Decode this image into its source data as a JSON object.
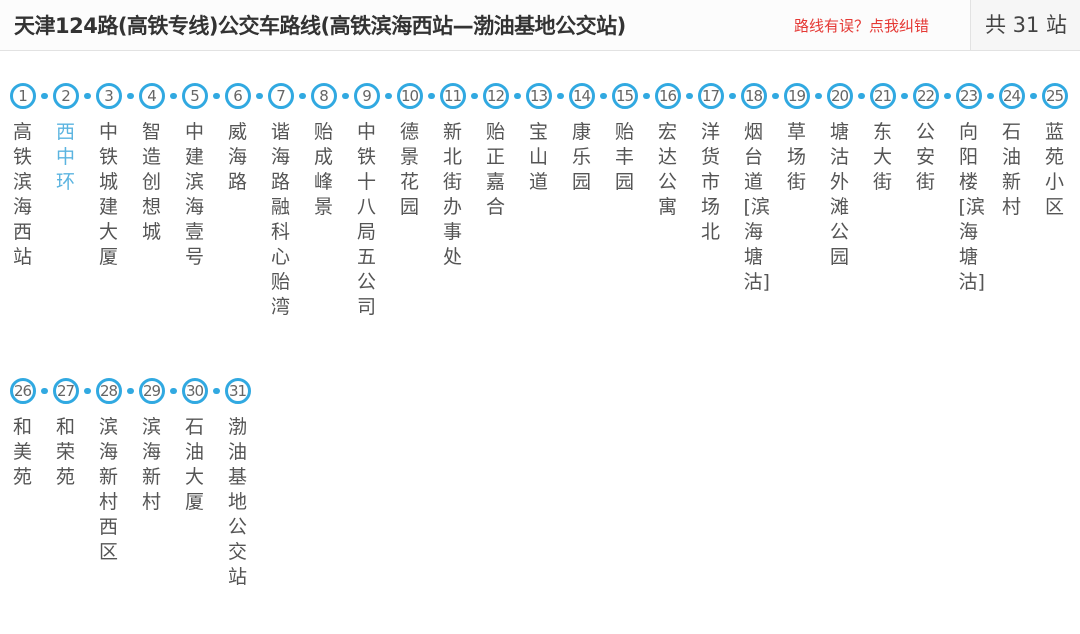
{
  "header": {
    "title": "天津124路(高铁专线)公交车路线(高铁滨海西站—渤油基地公交站)",
    "report_link": "路线有误？点我纠错",
    "station_count": "共 31 站"
  },
  "colors": {
    "accent": "#31a9e1",
    "active_station": "#5bb4e0",
    "report_link": "#e53935"
  },
  "active_station": 2,
  "stations": [
    {
      "num": "1",
      "name": "高铁滨海西站"
    },
    {
      "num": "2",
      "name": "西中环"
    },
    {
      "num": "3",
      "name": "中铁城建大厦"
    },
    {
      "num": "4",
      "name": "智造创想城"
    },
    {
      "num": "5",
      "name": "中建滨海壹号"
    },
    {
      "num": "6",
      "name": "威海路"
    },
    {
      "num": "7",
      "name": "谐海路融科心贻湾"
    },
    {
      "num": "8",
      "name": "贻成峰景"
    },
    {
      "num": "9",
      "name": "中铁十八局五公司"
    },
    {
      "num": "10",
      "name": "德景花园"
    },
    {
      "num": "11",
      "name": "新北街办事处"
    },
    {
      "num": "12",
      "name": "贻正嘉合"
    },
    {
      "num": "13",
      "name": "宝山道"
    },
    {
      "num": "14",
      "name": "康乐园"
    },
    {
      "num": "15",
      "name": "贻丰园"
    },
    {
      "num": "16",
      "name": "宏达公寓"
    },
    {
      "num": "17",
      "name": "洋货市场北"
    },
    {
      "num": "18",
      "name": "烟台道[滨海塘沽]"
    },
    {
      "num": "19",
      "name": "草场街"
    },
    {
      "num": "20",
      "name": "塘沽外滩公园"
    },
    {
      "num": "21",
      "name": "东大街"
    },
    {
      "num": "22",
      "name": "公安街"
    },
    {
      "num": "23",
      "name": "向阳楼[滨海塘沽]"
    },
    {
      "num": "24",
      "name": "石油新村"
    },
    {
      "num": "25",
      "name": "蓝苑小区"
    },
    {
      "num": "26",
      "name": "和美苑"
    },
    {
      "num": "27",
      "name": "和荣苑"
    },
    {
      "num": "28",
      "name": "滨海新村西区"
    },
    {
      "num": "29",
      "name": "滨海新村"
    },
    {
      "num": "30",
      "name": "石油大厦"
    },
    {
      "num": "31",
      "name": "渤油基地公交站"
    }
  ]
}
